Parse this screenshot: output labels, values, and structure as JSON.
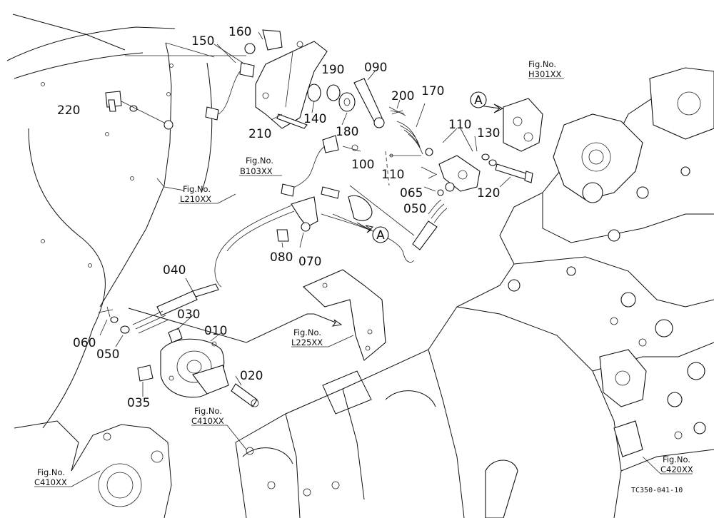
{
  "part_labels": {
    "p150": "150",
    "p160": "160",
    "p190": "190",
    "p090": "090",
    "p200": "200",
    "p170": "170",
    "p220": "220",
    "p140": "140",
    "p180": "180",
    "p210": "210",
    "p110a": "110",
    "p130": "130",
    "p100": "100",
    "p110b": "110",
    "p065": "065",
    "p050a": "050",
    "p120": "120",
    "p080": "080",
    "p070": "070",
    "p040": "040",
    "p030": "030",
    "p010": "010",
    "p060": "060",
    "p050b": "050",
    "p020": "020",
    "p035": "035"
  },
  "fig_refs": {
    "h301": {
      "caption": "Fig.No.",
      "code": "H301XX"
    },
    "b103": {
      "caption": "Fig.No.",
      "code": "B103XX"
    },
    "l210": {
      "caption": "Fig.No.",
      "code": "L210XX"
    },
    "l225": {
      "caption": "Fig.No.",
      "code": "L225XX"
    },
    "c410a": {
      "caption": "Fig.No.",
      "code": "C410XX"
    },
    "c410b": {
      "caption": "Fig.No.",
      "code": "C410XX"
    },
    "c420": {
      "caption": "Fig.No.",
      "code": "C420XX"
    }
  },
  "markers": {
    "a_top": "A",
    "a_mid": "A"
  },
  "drawing_code": "TC350-041-10"
}
